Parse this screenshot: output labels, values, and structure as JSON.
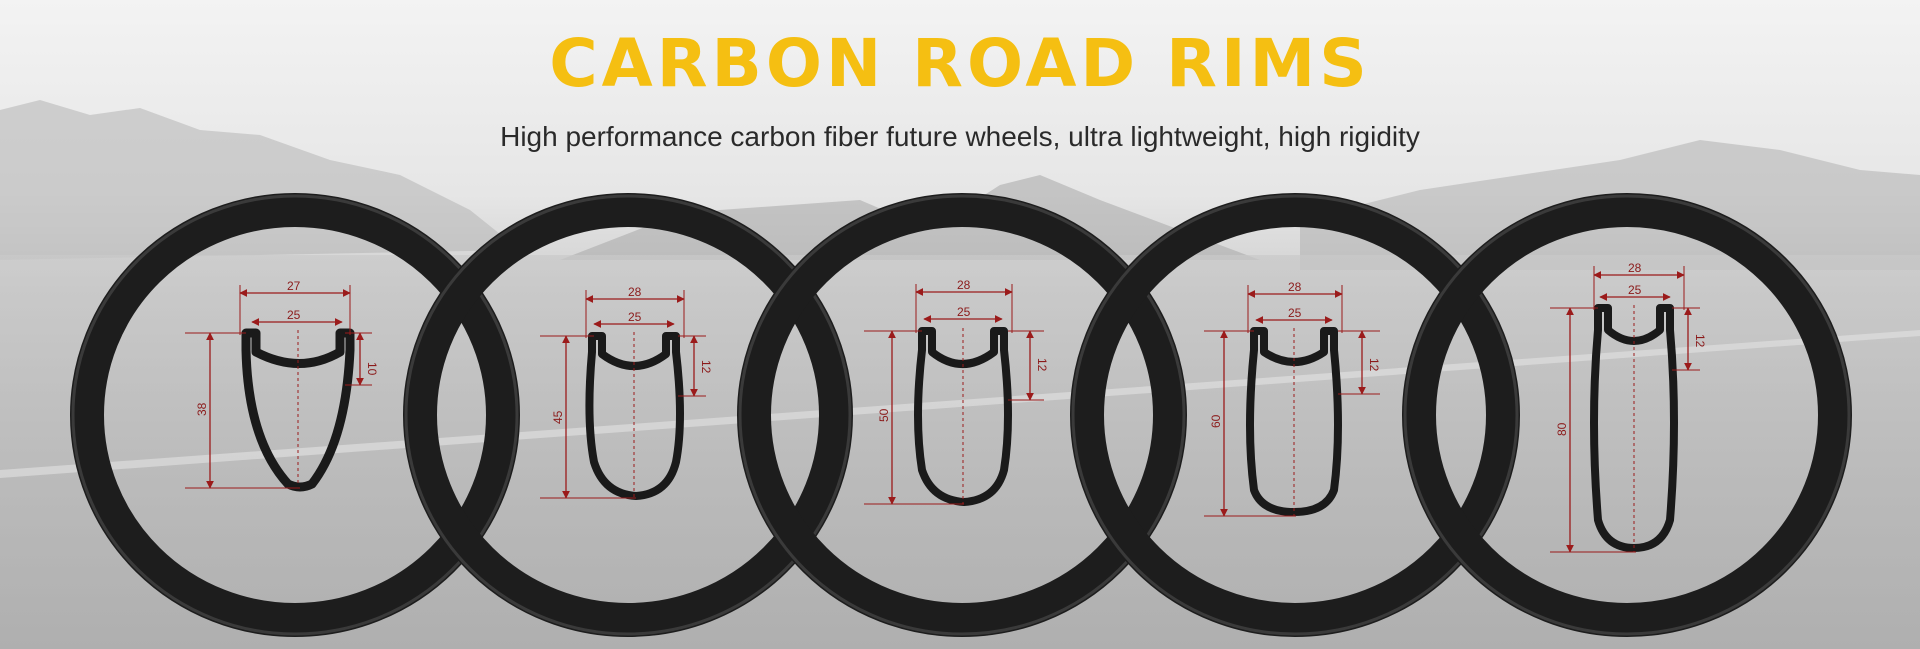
{
  "banner": {
    "title": "CARBON ROAD RIMS",
    "subtitle": "High performance carbon fiber future wheels, ultra lightweight, high rigidity"
  },
  "colors": {
    "title": "#f5bf12",
    "subtitle": "#2a2a2a",
    "rim": "#1a1a1a",
    "dimension_line": "#9b1b1b"
  },
  "rims": [
    {
      "outer_width": "27",
      "inner_width": "25",
      "hook_depth": "10",
      "rim_depth": "38"
    },
    {
      "outer_width": "28",
      "inner_width": "25",
      "hook_depth": "12",
      "rim_depth": "45"
    },
    {
      "outer_width": "28",
      "inner_width": "25",
      "hook_depth": "12",
      "rim_depth": "50"
    },
    {
      "outer_width": "28",
      "inner_width": "25",
      "hook_depth": "12",
      "rim_depth": "60"
    },
    {
      "outer_width": "28",
      "inner_width": "25",
      "hook_depth": "12",
      "rim_depth": "80"
    }
  ]
}
